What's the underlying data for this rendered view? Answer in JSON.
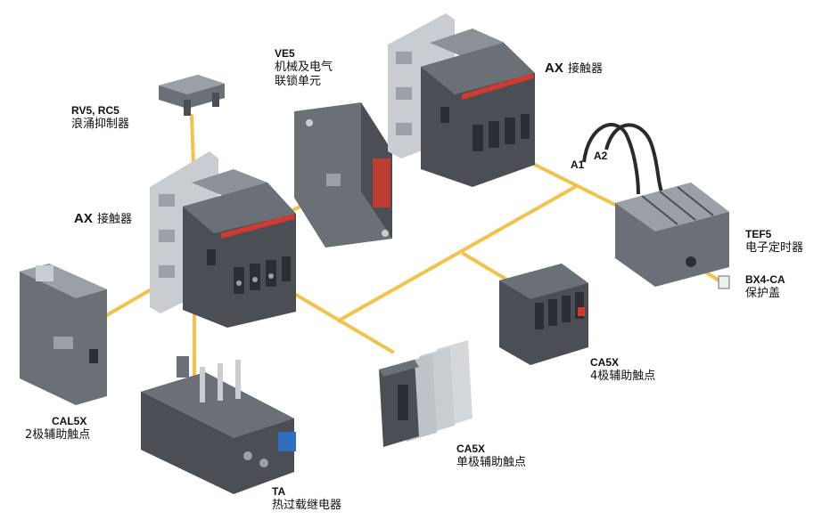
{
  "colors": {
    "connector": "#f2c34a",
    "body_dark": "#4b4f55",
    "body_mid": "#6b7077",
    "body_light": "#9aa0a6",
    "housing_grey": "#c9cdd1",
    "accent_red": "#d23a2e",
    "accent_blue": "#2f6fbf",
    "cable": "#2a2a2a"
  },
  "labels": {
    "rv5": {
      "code": "RV5, RC5",
      "name": "浪涌抑制器"
    },
    "ve5": {
      "code": "VE5",
      "line1": "机械及电气",
      "line2": "联锁单元"
    },
    "ax_top": {
      "code": "AX",
      "name": "接触器"
    },
    "ax_left": {
      "code": "AX",
      "name": "接触器"
    },
    "tef5": {
      "code": "TEF5",
      "name": "电子定时器"
    },
    "bx4": {
      "code": "BX4-CA",
      "name": "保护盖"
    },
    "ca5x_4": {
      "code": "CA5X",
      "name": "4极辅助触点"
    },
    "ca5x_1": {
      "code": "CA5X",
      "name": "单极辅助触点"
    },
    "cal5x": {
      "code": "CAL5X",
      "name": "2极辅助触点"
    },
    "ta": {
      "code": "TA",
      "name": "热过载继电器"
    },
    "wire_a1": "A1",
    "wire_a2": "A2"
  }
}
